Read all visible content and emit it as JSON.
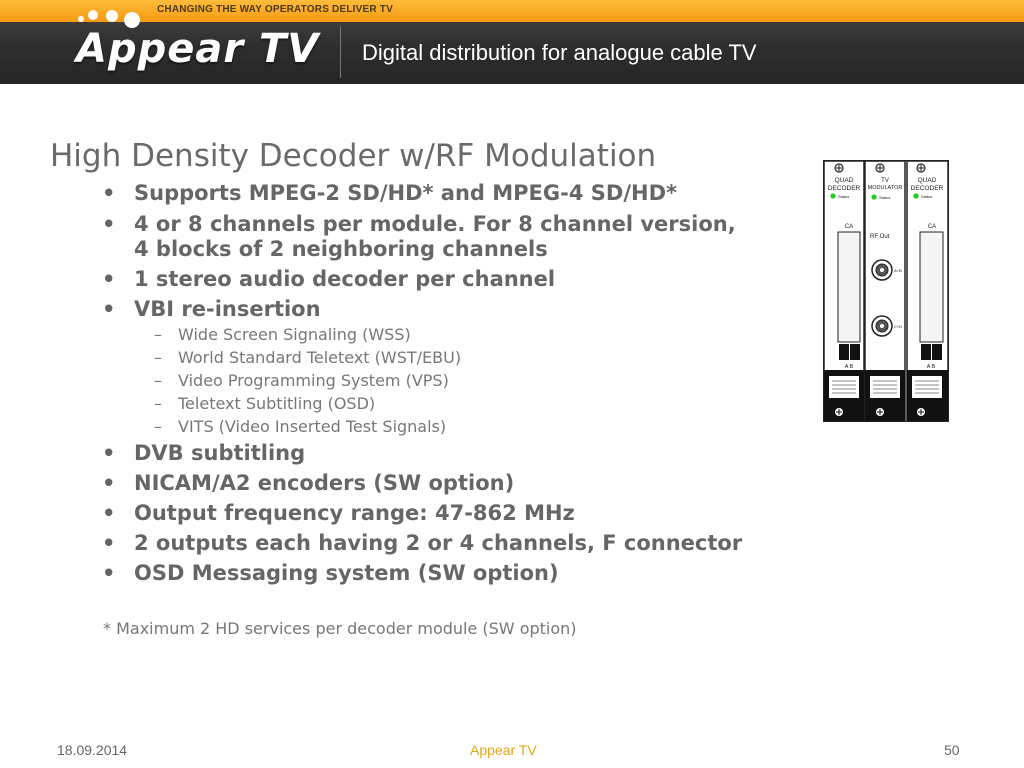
{
  "header": {
    "tagline": "CHANGING THE WAY OPERATORS DELIVER TV",
    "logo_text": "Appear TV",
    "subtitle": "Digital distribution for analogue cable TV"
  },
  "slide": {
    "title": "High Density Decoder w/RF Modulation",
    "bullets": [
      "Supports MPEG-2 SD/HD* and MPEG-4 SD/HD*",
      "4 or 8 channels per module.  For 8 channel version,",
      "4 blocks of 2 neighboring channels",
      "1 stereo audio decoder per channel",
      "VBI re-insertion",
      "DVB subtitling",
      "NICAM/A2 encoders (SW option)",
      "Output frequency range: 47-862 MHz",
      "2 outputs each having 2 or 4 channels, F connector",
      "OSD Messaging system (SW option)"
    ],
    "sub_bullets": [
      "Wide Screen Signaling (WSS)",
      "World Standard Teletext (WST/EBU)",
      "Video Programming System (VPS)",
      "Teletext Subtitling (OSD)",
      "VITS (Video Inserted Test Signals)"
    ],
    "footnote": "* Maximum 2 HD services per decoder module (SW option)"
  },
  "rack": {
    "left_module": {
      "line1": "QUAD",
      "line2": "DECODER",
      "status": "Status",
      "slot": "CA",
      "ports": "A  B"
    },
    "middle_module": {
      "line1": "TV",
      "line2": "MODULATOR",
      "status": "Status",
      "rf": "RF Out",
      "c1": "A+B",
      "c2": "C+D"
    },
    "right_module": {
      "line1": "QUAD",
      "line2": "DECODER",
      "status": "Status",
      "slot": "CA",
      "ports": "A  B"
    },
    "status_color": "#22cc22"
  },
  "footer": {
    "date": "18.09.2014",
    "brand": "Appear TV",
    "page": "50"
  }
}
